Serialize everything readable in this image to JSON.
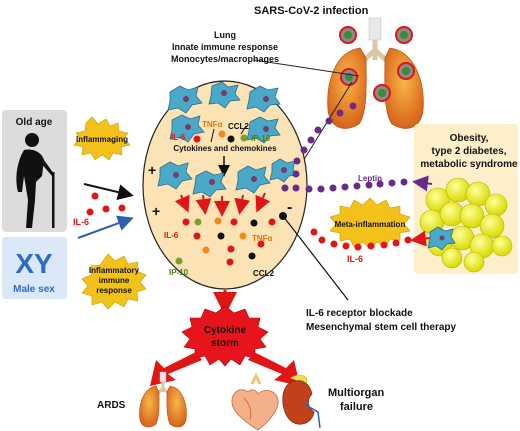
{
  "title": "SARS-CoV-2 infection",
  "center": {
    "line1": "Lung",
    "line2": "Innate immune response",
    "line3": "Monocytes/macrophages",
    "cytokines_label": "Cytokines and chemokines"
  },
  "upper_labels": {
    "tnfa": "TNFα",
    "ccl2": "CCL2",
    "il6": "IL-6",
    "ip10": "IP-10"
  },
  "lower_labels": {
    "il6": "IL-6",
    "tnfa": "TNFα",
    "ip10": "IP-10",
    "ccl2": "CCL2"
  },
  "left": {
    "old_age": "Old age",
    "inflammaging": "Inflammaging",
    "il6": "IL-6",
    "xy": "XY",
    "male_sex": "Male sex",
    "inflammatory_line1": "Inflammatory",
    "inflammatory_line2": "immune",
    "inflammatory_line3": "response"
  },
  "right": {
    "obesity_line1": "Obesity,",
    "obesity_line2": "type 2 diabetes,",
    "obesity_line3": "metabolic syndrome",
    "leptin": "Leptin",
    "meta_inflammation": "Meta-inflammation",
    "il6": "IL-6"
  },
  "therapy": {
    "line1": "IL-6 receptor blockade",
    "line2": "Mesenchymal stem cell therapy"
  },
  "storm": {
    "line1": "Cytokine",
    "line2": "storm"
  },
  "outcomes": {
    "ards": "ARDS",
    "multiorgan_line1": "Multiorgan",
    "multiorgan_line2": "failure"
  },
  "signs": {
    "plus1": "+",
    "plus2": "+",
    "minus": "-"
  },
  "colors": {
    "ellipse_fill": "#fbe3b5",
    "burst_fill": "#f3c21a",
    "storm_fill": "#e8141c",
    "obesity_box": "#fdefc9",
    "fat_yellow": "#f2f200",
    "xy_box": "#dbe8f7",
    "xy_text": "#2e6bc9",
    "old_box": "#dcdcdc",
    "leptin_dot": "#6a2a8a",
    "il6_dot": "#e01515",
    "ip10_dot": "#7aa02a",
    "tnfa_dot": "#f08a1c",
    "ccl2_dot": "#111111"
  }
}
